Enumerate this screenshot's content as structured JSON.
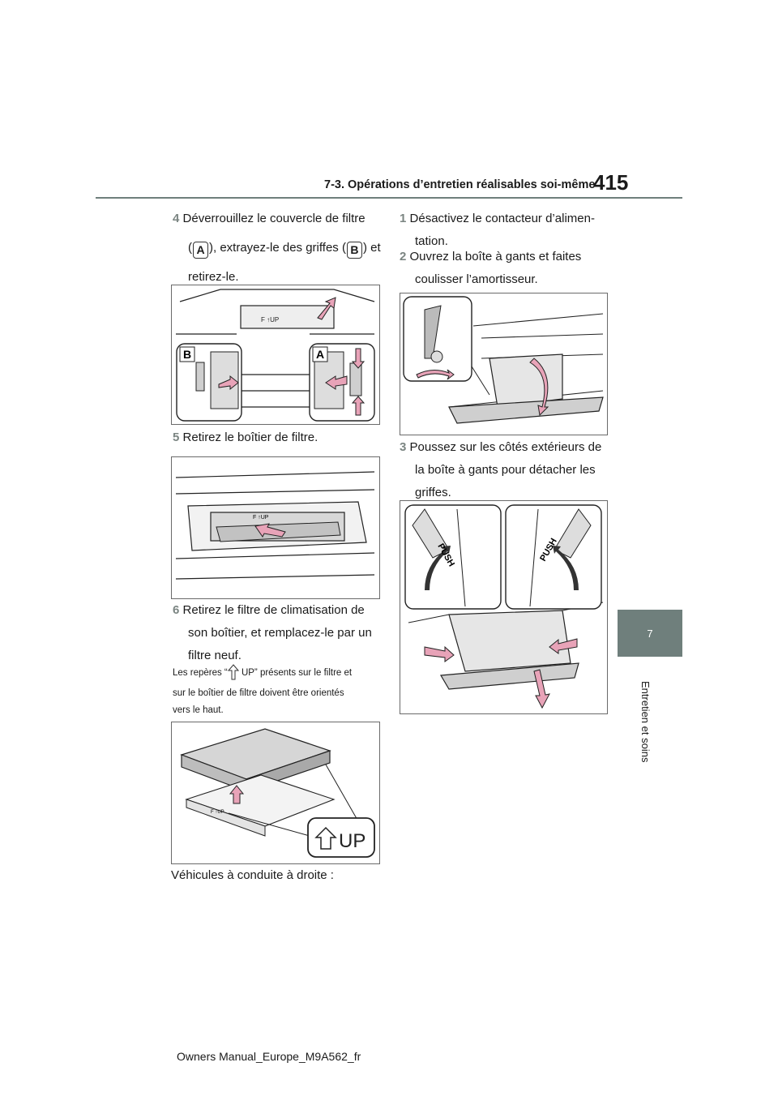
{
  "header": {
    "section_title": "7-3. Opérations d’entretien réalisables soi-même",
    "page_number": "415"
  },
  "side_tab": {
    "chapter_number": "7",
    "chapter_title": "Entretien et soins"
  },
  "left_column": {
    "step4": {
      "number": "4",
      "line1": "Déverrouillez le couvercle de filtre",
      "line2_pre": "(",
      "badge_a": "A",
      "line2_mid": "), extrayez-le des griffes (",
      "badge_b": "B",
      "line2_post": ") et",
      "line3": "retirez-le."
    },
    "fig1": {
      "label_b": "B",
      "label_a": "A",
      "filter_marking": "F ↑UP"
    },
    "step5": {
      "number": "5",
      "text": "Retirez le boîtier de filtre."
    },
    "fig2": {
      "filter_marking": "F ↑UP"
    },
    "step6": {
      "number": "6",
      "line1": "Retirez le filtre de climatisation de",
      "line2": "son boîtier, et remplacez-le par un",
      "line3": "filtre neuf."
    },
    "note": {
      "line1_pre": "Les repères “",
      "line1_post": " UP” présents sur le filtre et",
      "line2": "sur le boîtier de filtre doivent être orientés",
      "line3": "vers le haut."
    },
    "fig3": {
      "callout": "UP",
      "case_marking": "F ↑UP"
    },
    "caption": "Véhicules à conduite à droite :"
  },
  "right_column": {
    "step1": {
      "number": "1",
      "line1": "Désactivez le contacteur d’alimen-",
      "line2": "tation."
    },
    "step2": {
      "number": "2",
      "line1": "Ouvrez la boîte à gants et faites",
      "line2": "coulisser l’amortisseur."
    },
    "step3": {
      "number": "3",
      "line1": "Poussez sur les côtés extérieurs de",
      "line2": "la boîte à gants pour détacher les",
      "line3": "griffes."
    },
    "fig5": {
      "push_left": "PUSH",
      "push_right": "PUSH"
    }
  },
  "footer": {
    "text": "Owners Manual_Europe_M9A562_fr"
  },
  "colors": {
    "accent_gray": "#6f7f7c",
    "step_number": "#7b8582",
    "arrow_pink": "#e8a3b8"
  }
}
